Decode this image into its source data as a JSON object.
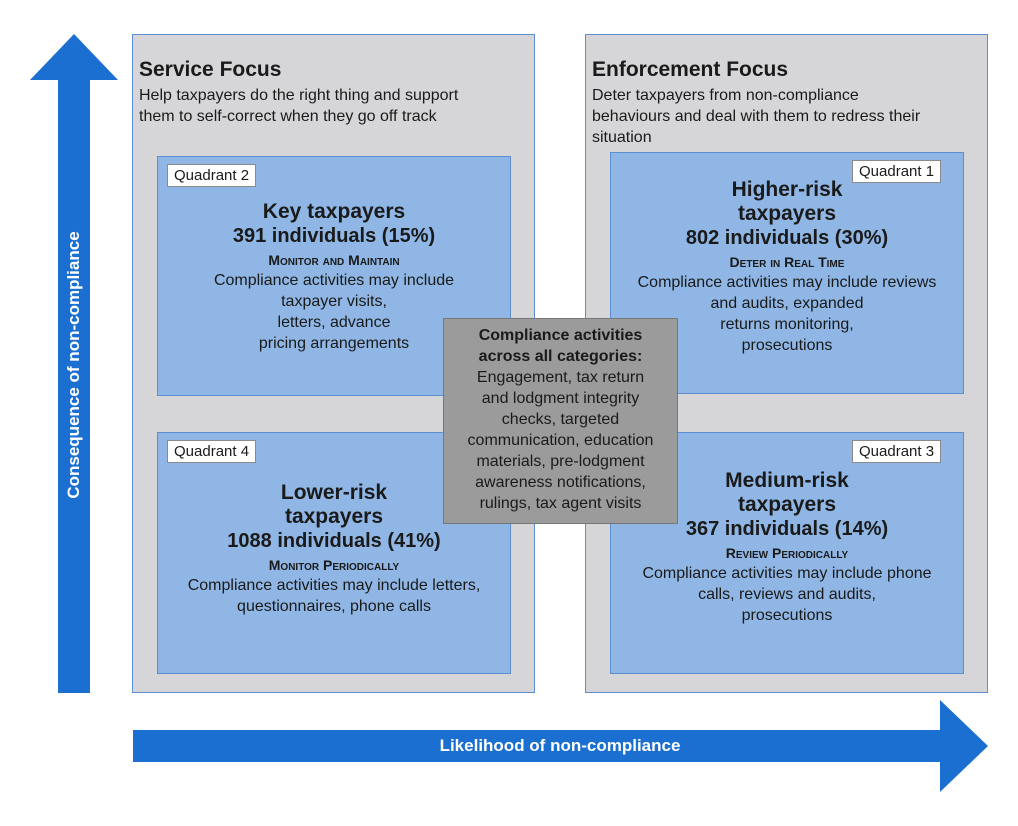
{
  "axes": {
    "y_label": "Consequence of non-compliance",
    "x_label": "Likelihood of non-compliance",
    "arrow_color": "#1b6fd0"
  },
  "service_focus": {
    "title": "Service Focus",
    "desc_lines": [
      "Help taxpayers do the right thing and support",
      "them to self-correct when they go off track"
    ]
  },
  "enforcement_focus": {
    "title": "Enforcement Focus",
    "desc_lines": [
      "Deter taxpayers from non-compliance",
      "behaviours and deal with them to redress their",
      "situation"
    ]
  },
  "quadrants": {
    "q2": {
      "label": "Quadrant 2",
      "title_lines": [
        "Key taxpayers"
      ],
      "count": "391 individuals (15%)",
      "action": "Monitor and Maintain",
      "desc_lines": [
        "Compliance activities may include",
        "taxpayer visits,",
        "letters, advance",
        "pricing arrangements"
      ]
    },
    "q1": {
      "label": "Quadrant 1",
      "title_lines": [
        "Higher-risk",
        "taxpayers"
      ],
      "count": "802 individuals (30%)",
      "action": "Deter in Real Time",
      "desc_lines": [
        "Compliance activities may include reviews",
        "and audits, expanded",
        "returns monitoring,",
        "prosecutions"
      ]
    },
    "q4": {
      "label": "Quadrant 4",
      "title_lines": [
        "Lower-risk",
        "taxpayers"
      ],
      "count": "1088 individuals (41%)",
      "action": "Monitor Periodically",
      "desc_lines": [
        "Compliance activities may include letters,",
        "questionnaires, phone calls"
      ]
    },
    "q3": {
      "label": "Quadrant 3",
      "title_lines": [
        "Medium-risk",
        "taxpayers"
      ],
      "count": "367 individuals (14%)",
      "action": "Review Periodically",
      "desc_lines": [
        "Compliance activities may include phone",
        "calls, reviews and audits,",
        "prosecutions"
      ]
    }
  },
  "center": {
    "title_lines": [
      "Compliance activities",
      "across all categories:"
    ],
    "desc_lines": [
      "Engagement, tax return",
      "and lodgment integrity",
      "checks, targeted",
      "communication, education",
      "materials, pre-lodgment",
      "awareness notifications,",
      "rulings, tax agent visits"
    ]
  }
}
